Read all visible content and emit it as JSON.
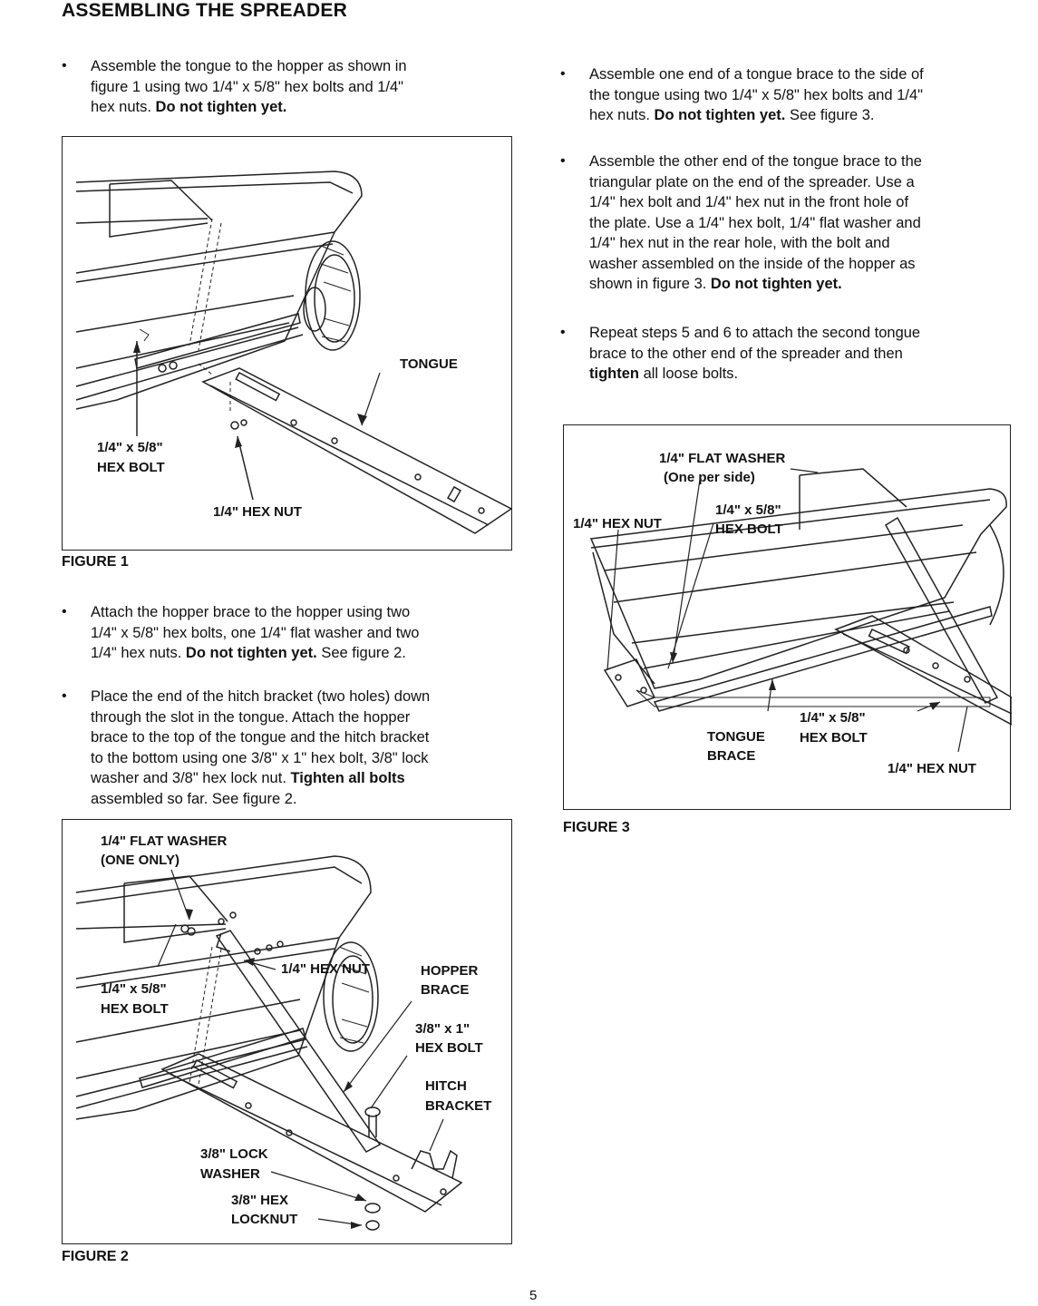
{
  "heading": "ASSEMBLING THE SPREADER",
  "left_column": {
    "steps": [
      {
        "lines": [
          "Assemble the tongue to the hopper as shown in",
          "figure 1 using two 1/4\" x 5/8\" hex bolts and 1/4\"",
          "hex nuts. "
        ],
        "bold": "Do not tighten yet.",
        "after": ""
      },
      {
        "lines": [
          "Attach the hopper brace to the hopper using two",
          "1/4\" x 5/8\" hex bolts, one 1/4\" flat washer and two",
          "1/4\" hex nuts. "
        ],
        "bold": "Do not tighten yet.",
        "after": " See figure 2."
      },
      {
        "lines": [
          "Place the end of the hitch bracket (two holes) down",
          "through the slot in the tongue. Attach the hopper",
          "brace to the top of the tongue and the hitch bracket",
          "to the bottom using one 3/8\" x 1\" hex bolt, 3/8\" lock",
          "washer and 3/8\" hex lock nut. "
        ],
        "bold": "Tighten all bolts",
        "after_line": "assembled so far. See figure 2."
      }
    ]
  },
  "right_column": {
    "steps": [
      {
        "lines": [
          "Assemble one end of a tongue brace to the side of",
          "the tongue using two 1/4\" x 5/8\" hex bolts and 1/4\"",
          "hex nuts. "
        ],
        "bold": "Do not tighten yet.",
        "after": " See figure 3."
      },
      {
        "lines": [
          "Assemble the other end of the tongue brace to the",
          "triangular plate on the end of the spreader. Use a",
          "1/4\" hex bolt and 1/4\" hex nut in the front hole of",
          "the plate. Use a 1/4\" hex bolt, 1/4\" flat washer and",
          "1/4\" hex nut in the rear hole, with the bolt and",
          "washer assembled on the inside of the hopper as",
          "shown in figure 3. "
        ],
        "bold": "Do not tighten yet.",
        "after": ""
      },
      {
        "lines": [
          "Repeat steps 5 and 6 to attach the second tongue",
          "brace to the other end of the spreader and then"
        ],
        "bold": "tighten",
        "after": " all loose bolts."
      }
    ]
  },
  "figure1": {
    "caption": "FIGURE 1",
    "labels": {
      "tongue": "TONGUE",
      "hex_bolt_1": "1/4\" x 5/8\"",
      "hex_bolt_2": "HEX BOLT",
      "hex_nut": "1/4\" HEX NUT"
    }
  },
  "figure2": {
    "caption": "FIGURE 2",
    "labels": {
      "flat_washer_1": "1/4\" FLAT WASHER",
      "flat_washer_2": "(ONE ONLY)",
      "hex_nut": "1/4\" HEX NUT",
      "hopper_brace_1": "HOPPER",
      "hopper_brace_2": "BRACE",
      "hex_bolt_1": "1/4\" x 5/8\"",
      "hex_bolt_2": "HEX BOLT",
      "big_bolt_1": "3/8\" x 1\"",
      "big_bolt_2": "HEX BOLT",
      "hitch_1": "HITCH",
      "hitch_2": "BRACKET",
      "lock_washer_1": "3/8\" LOCK",
      "lock_washer_2": "WASHER",
      "locknut_1": "3/8\" HEX",
      "locknut_2": "LOCKNUT"
    }
  },
  "figure3": {
    "caption": "FIGURE 3",
    "labels": {
      "flat_washer_1": "1/4\" FLAT WASHER",
      "flat_washer_2": "(One per side)",
      "hex_nut_left": "1/4\" HEX NUT",
      "hex_bolt_top_1": "1/4\" x 5/8\"",
      "hex_bolt_top_2": "HEX BOLT",
      "tongue_brace_1": "TONGUE",
      "tongue_brace_2": "BRACE",
      "hex_bolt_bottom_1": "1/4\" x 5/8\"",
      "hex_bolt_bottom_2": "HEX BOLT",
      "hex_nut_bottom": "1/4\" HEX NUT"
    }
  },
  "page_number": "5"
}
